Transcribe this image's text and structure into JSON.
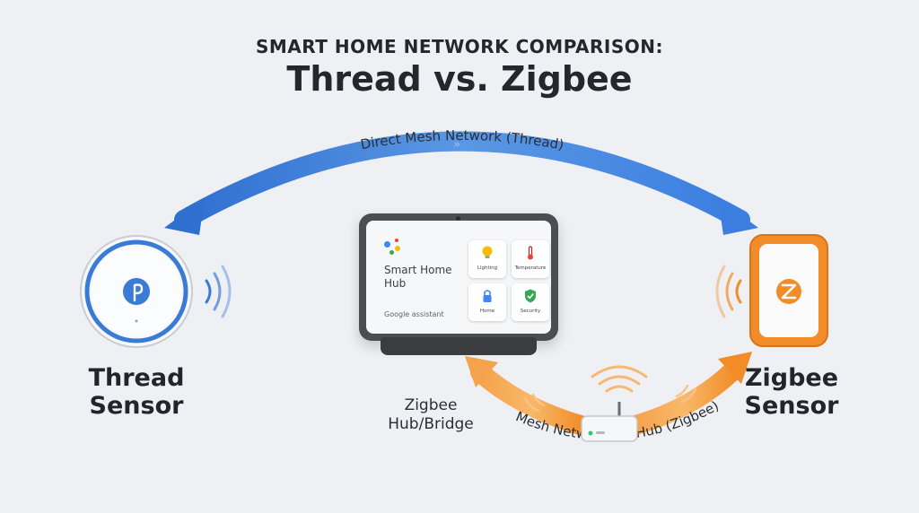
{
  "title": {
    "top": "SMART HOME NETWORK COMPARISON:",
    "main": "Thread vs. Zigbee"
  },
  "thread_arc_label": "Direct Mesh Network (Thread)",
  "zigbee_arc_label": "Mesh Network via Hub (Zigbee)",
  "thread_sensor": {
    "line1": "Thread",
    "line2": "Sensor",
    "icon": "thread-logo-icon"
  },
  "zigbee_sensor": {
    "line1": "Zigbee",
    "line2": "Sensor",
    "icon": "zigbee-logo-icon"
  },
  "zigbee_hub": {
    "line1": "Zigbee",
    "line2": "Hub/Bridge"
  },
  "smart_hub": {
    "title": "Smart Home Hub",
    "assistant": "Google assistant",
    "tiles": [
      {
        "label": "Lighting",
        "icon": "lightbulb-icon"
      },
      {
        "label": "Temperature",
        "icon": "thermometer-icon"
      },
      {
        "label": "Home",
        "icon": "lock-icon"
      },
      {
        "label": "Security",
        "icon": "shield-check-icon"
      }
    ]
  },
  "colors": {
    "thread_blue": "#3a7bd5",
    "zigbee_orange": "#f28c28",
    "background": "#eef0f3"
  }
}
